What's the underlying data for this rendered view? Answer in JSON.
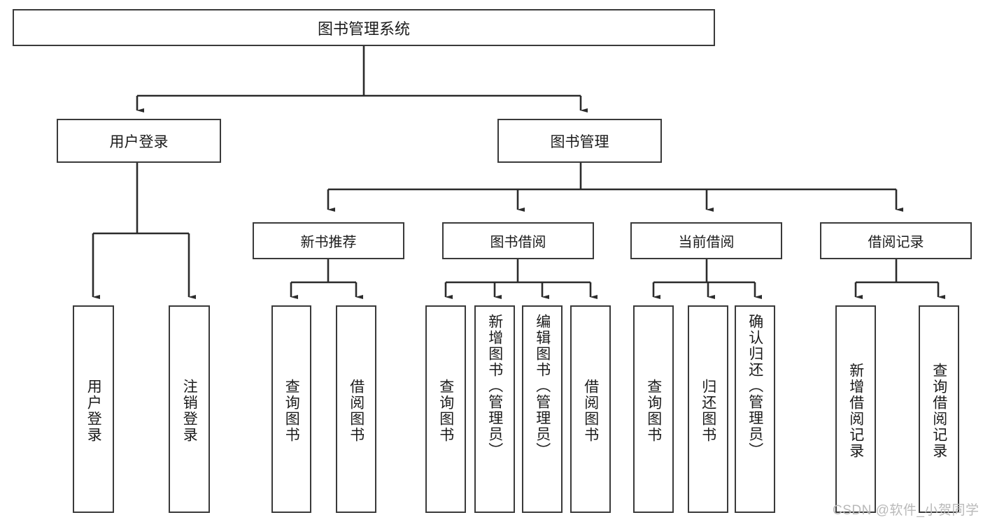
{
  "diagram": {
    "title": "图书管理系统",
    "type": "tree-hierarchy-diagram",
    "colors": {
      "box_border": "#3a3a3a",
      "box_fill": "#ffffff",
      "connector": "#2b2b2b",
      "text": "#1b1b1b",
      "watermark": "#b9b9b9"
    },
    "root": {
      "label": "图书管理系统"
    },
    "level1": [
      {
        "label": "用户登录"
      },
      {
        "label": "图书管理"
      }
    ],
    "level2": [
      {
        "label": "新书推荐"
      },
      {
        "label": "图书借阅"
      },
      {
        "label": "当前借阅"
      },
      {
        "label": "借阅记录"
      }
    ],
    "leaves": {
      "user_login": [
        {
          "label": "用户登录",
          "align": "middle"
        },
        {
          "label": "注销登录",
          "align": "middle"
        }
      ],
      "new_book_recommend": [
        {
          "label": "查询图书",
          "align": "middle"
        },
        {
          "label": "借阅图书",
          "align": "middle"
        }
      ],
      "book_borrow": [
        {
          "label": "查询图书",
          "align": "middle"
        },
        {
          "label": "新增图书（管理员）",
          "align": "top"
        },
        {
          "label": "编辑图书（管理员）",
          "align": "top"
        },
        {
          "label": "借阅图书",
          "align": "middle"
        }
      ],
      "current_borrow": [
        {
          "label": "查询图书",
          "align": "middle"
        },
        {
          "label": "归还图书",
          "align": "middle"
        },
        {
          "label": "确认归还（管理员）",
          "align": "top"
        }
      ],
      "borrow_record": [
        {
          "label": "新增借阅记录",
          "align": "middle"
        },
        {
          "label": "查询借阅记录",
          "align": "middle"
        }
      ]
    },
    "watermark": "CSDN @软件_小贺同学"
  }
}
